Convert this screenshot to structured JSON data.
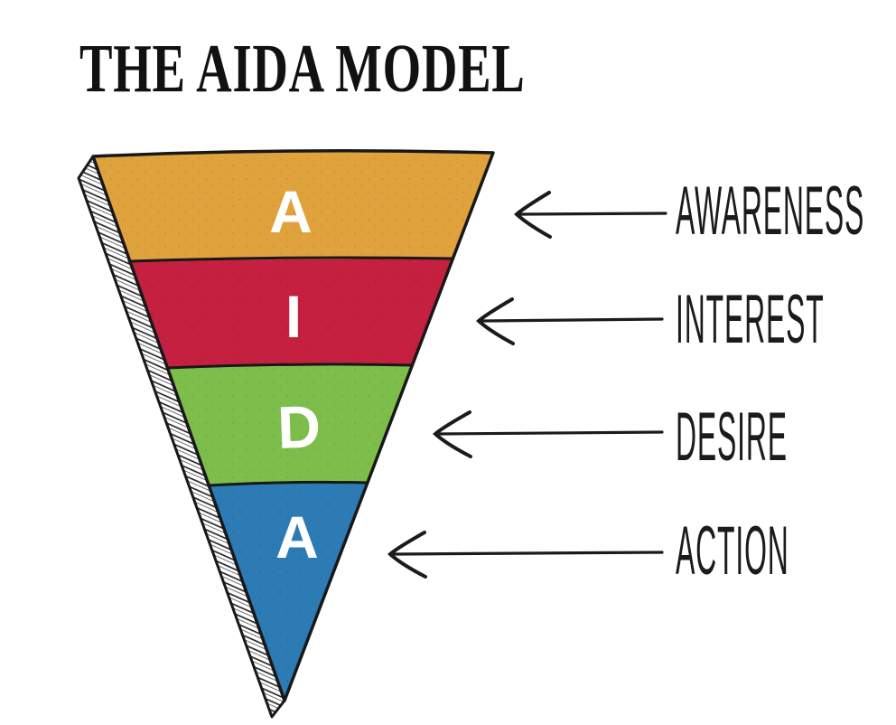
{
  "title": "THE AIDA MODEL",
  "background_color": "#ffffff",
  "ink_color": "#1b1b1b",
  "funnel": {
    "type": "inverted-funnel",
    "outline_color": "#181818",
    "letter_color": "#ffffff",
    "side_face_style": "hand-drawn-hatching",
    "stages": [
      {
        "letter": "A",
        "label": "AWARENESS",
        "color": "#E0A23D"
      },
      {
        "letter": "I",
        "label": "INTEREST",
        "color": "#C5203F"
      },
      {
        "letter": "D",
        "label": "DESIRE",
        "color": "#7DBE4A"
      },
      {
        "letter": "A",
        "label": "ACTION",
        "color": "#2D7BB4"
      }
    ]
  }
}
